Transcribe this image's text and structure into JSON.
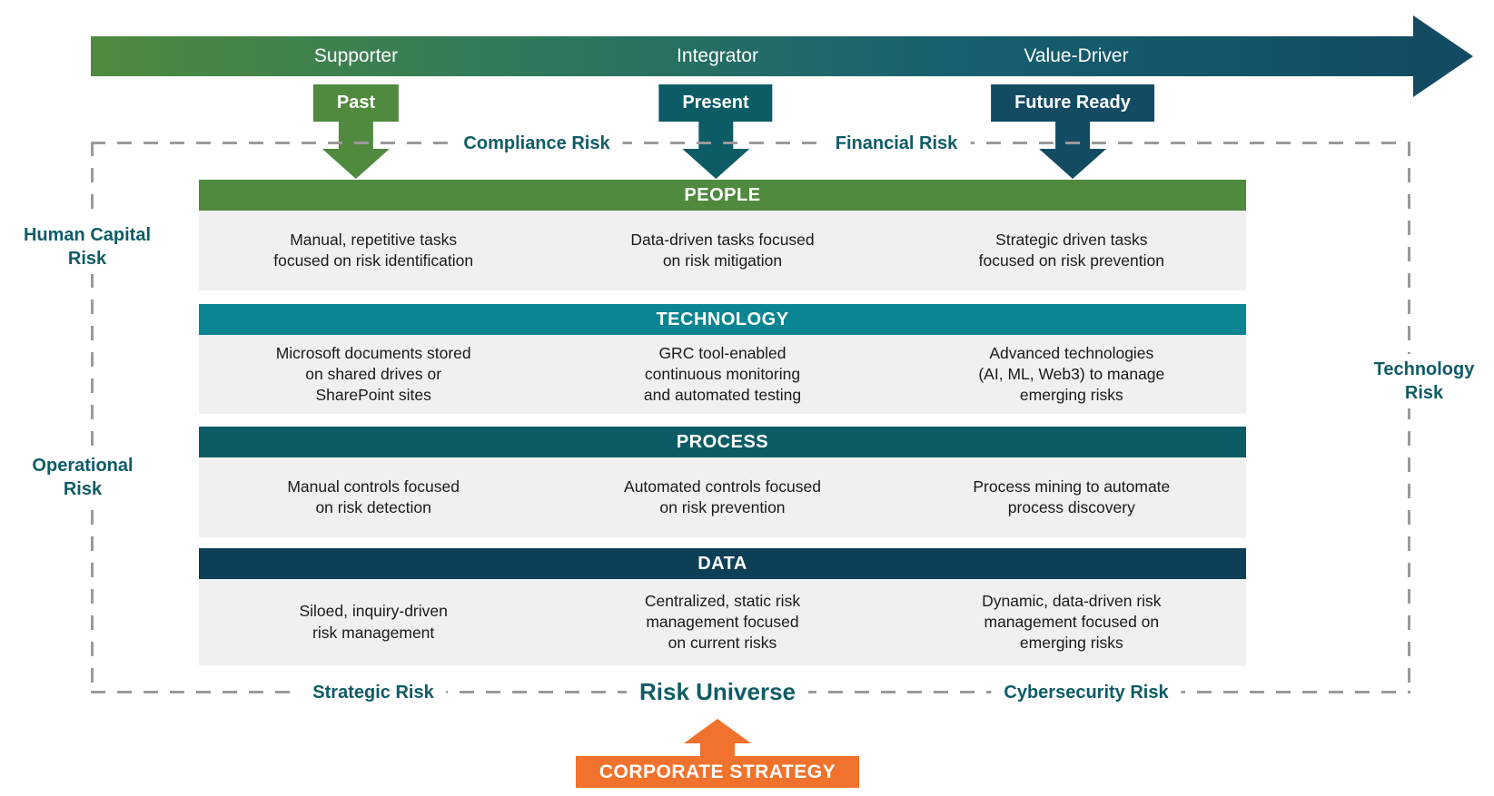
{
  "colors": {
    "green": "#4f8a3f",
    "teal": "#0a8591",
    "deep_teal": "#0c5c66",
    "navy": "#134b63",
    "dark_navy": "#0d3f57",
    "orange": "#f0722c",
    "risk_label_text": "#0e5c66",
    "cell_background": "#f0f0f0",
    "dash_gray": "#9a9a9a"
  },
  "maturity_arrow": {
    "stages": [
      "Supporter",
      "Integrator",
      "Value-Driver"
    ]
  },
  "phases": [
    "Past",
    "Present",
    "Future Ready"
  ],
  "risk_labels": {
    "compliance": "Compliance Risk",
    "financial": "Financial Risk",
    "human_capital": "Human Capital\nRisk",
    "operational": "Operational\nRisk",
    "technology": "Technology\nRisk",
    "strategic": "Strategic Risk",
    "risk_universe": "Risk Universe",
    "cybersecurity": "Cybersecurity Risk"
  },
  "matrix": {
    "rows": [
      {
        "header": "PEOPLE",
        "cells": [
          "Manual, repetitive tasks\nfocused on risk identification",
          "Data-driven tasks focused\non risk mitigation",
          "Strategic driven tasks\nfocused on risk prevention"
        ]
      },
      {
        "header": "TECHNOLOGY",
        "cells": [
          "Microsoft documents stored\non shared drives or\nSharePoint sites",
          "GRC tool-enabled\ncontinuous monitoring\nand automated testing",
          "Advanced technologies\n(AI, ML, Web3) to manage\nemerging risks"
        ]
      },
      {
        "header": "PROCESS",
        "cells": [
          "Manual controls focused\non risk detection",
          "Automated controls focused\non risk prevention",
          "Process mining to automate\nprocess discovery"
        ]
      },
      {
        "header": "DATA",
        "cells": [
          "Siloed, inquiry-driven\nrisk management",
          "Centralized, static risk\nmanagement focused\non current risks",
          "Dynamic, data-driven risk\nmanagement focused on\nemerging risks"
        ]
      }
    ]
  },
  "corporate_strategy": "CORPORATE STRATEGY"
}
